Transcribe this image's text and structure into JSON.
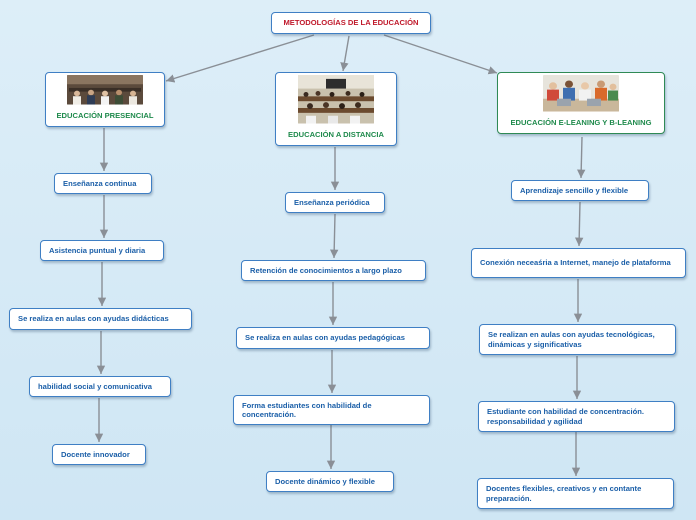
{
  "root": {
    "title": "METODOLOGÍAS DE LA EDUCACIÓN"
  },
  "columns": [
    {
      "header": "EDUCACIÓN PRESENCIAL",
      "image": "classroom-photo",
      "items": [
        "Enseñanza continua",
        "Asistencia puntual y diaria",
        "Se realiza en aulas con ayudas didácticas",
        "habilidad social y comunicativa",
        "Docente innovador"
      ]
    },
    {
      "header": "EDUCACIÓN A DISTANCIA",
      "image": "lecture-hall-photo",
      "items": [
        "Enseñanza periódica",
        "Retención de conocimientos a largo plazo",
        "Se realiza en aulas con ayudas pedagógicas",
        "Forma estudiantes con habilidad de concentración.",
        "Docente dinámico y flexible"
      ]
    },
    {
      "header": "EDUCACIÓN E-LEANING Y B-LEANING",
      "image": "students-laptops-photo",
      "items": [
        "Aprendizaje sencillo y flexible",
        "Conexión neceaśria a Internet, manejo de plataforma",
        "Se realizan en aulas con ayudas tecnológicas, dinámicas y significativas",
        "Estudiante con habilidad de concentración. responsabilidad y agilidad",
        "Docentes flexibles, creativos y en contante preparación."
      ]
    }
  ],
  "colors": {
    "root_text": "#c0192b",
    "header_text": "#1f8a4c",
    "item_text": "#1b5fa8",
    "border": "#3f7fc4",
    "connector": "#8a8f96"
  }
}
